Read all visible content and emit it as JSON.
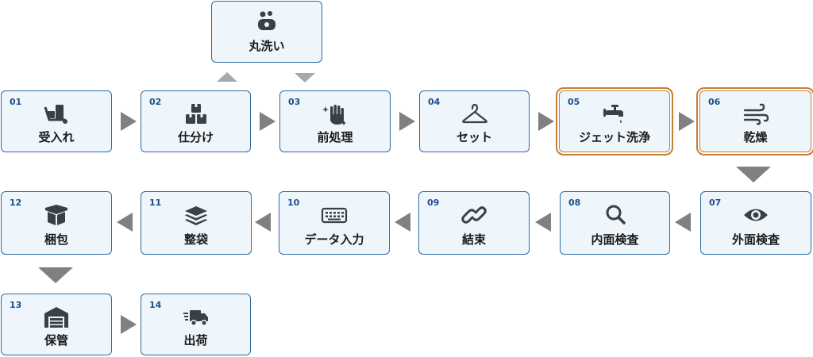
{
  "steps": [
    {
      "num": "01",
      "label": "受入れ"
    },
    {
      "num": "02",
      "label": "仕分け"
    },
    {
      "num": "03",
      "label": "前処理"
    },
    {
      "num": "04",
      "label": "セット"
    },
    {
      "num": "05",
      "label": "ジェット洗浄"
    },
    {
      "num": "06",
      "label": "乾燥"
    },
    {
      "num": "07",
      "label": "外面検査"
    },
    {
      "num": "08",
      "label": "内面検査"
    },
    {
      "num": "09",
      "label": "結束"
    },
    {
      "num": "10",
      "label": "データ入力"
    },
    {
      "num": "11",
      "label": "整袋"
    },
    {
      "num": "12",
      "label": "梱包"
    },
    {
      "num": "13",
      "label": "保管"
    },
    {
      "num": "14",
      "label": "出荷"
    }
  ],
  "side_step": {
    "label": "丸洗い"
  },
  "highlighted_steps": [
    "05",
    "06"
  ],
  "icons": [
    "dolly-icon",
    "boxes-icon",
    "sparkle-hand-icon",
    "hanger-icon",
    "faucet-icon",
    "wind-icon",
    "eye-icon",
    "search-icon",
    "link-icon",
    "keyboard-icon",
    "layers-icon",
    "open-box-icon",
    "warehouse-icon",
    "truck-icon",
    "soap-bubbles-icon"
  ],
  "colors": {
    "border": "#2f6aa0",
    "highlight": "#c77e34",
    "box_fill": "#eef6fc",
    "arrow": "#808080",
    "icon": "#3a4048",
    "number": "#1e4e8a"
  }
}
